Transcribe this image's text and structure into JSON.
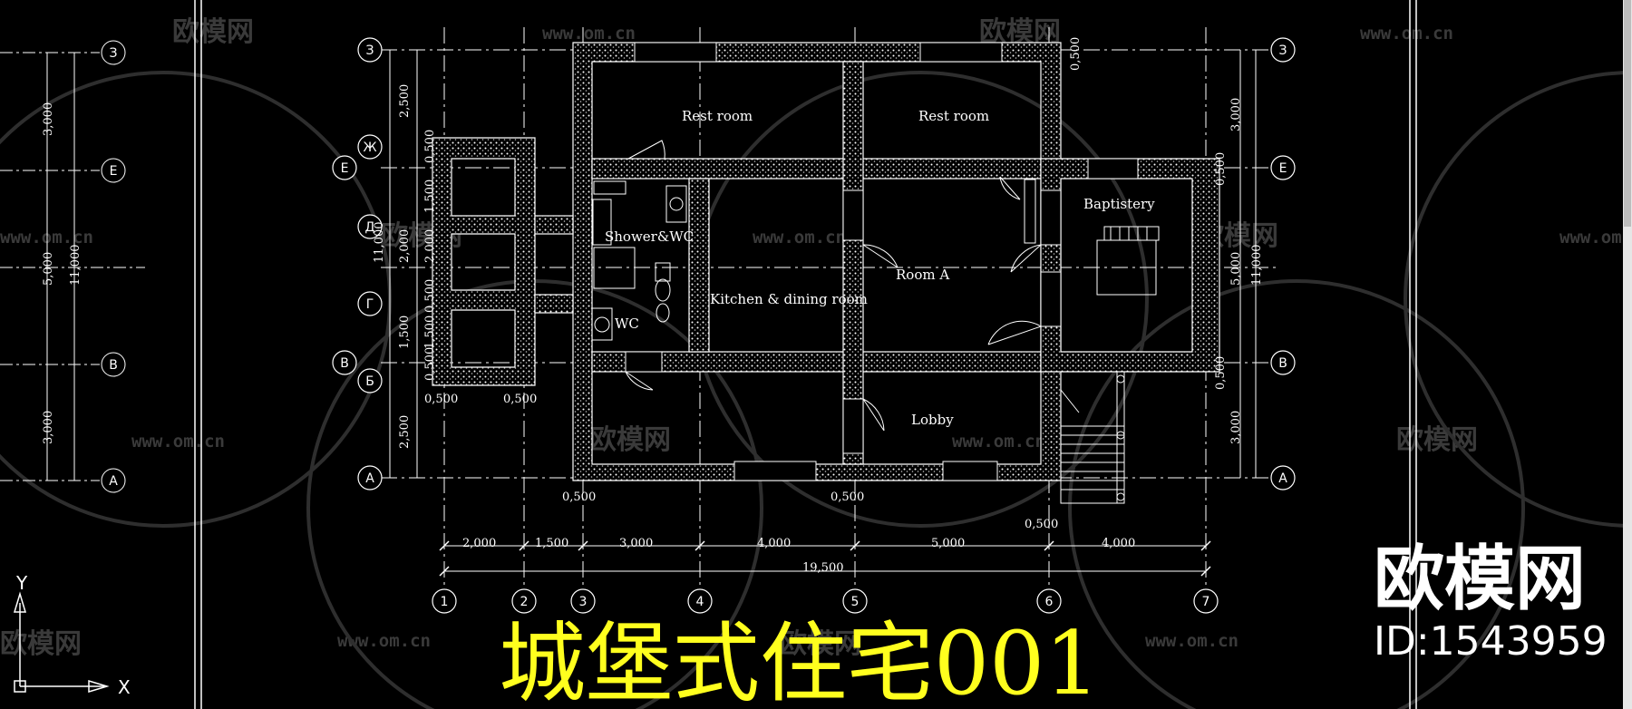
{
  "drawing": {
    "title": "城堡式住宅001",
    "brand": "欧模网",
    "id_label": "ID:1543959",
    "watermark_text": "欧模网",
    "watermark_url": "www.om.cn",
    "ucs": {
      "x": "X",
      "y": "Y"
    },
    "rooms": {
      "rest_room_1": "Rest room",
      "rest_room_2": "Rest room",
      "shower_wc": "Shower&WC",
      "kitchen": "Kitchen & dining room",
      "room_a": "Room A",
      "wc": "WC",
      "baptistery": "Baptistery",
      "lobby": "Lobby"
    },
    "grid_rows_left": [
      "З",
      "Ж",
      "Е",
      "Д",
      "Г",
      "В",
      "Б",
      "А"
    ],
    "grid_rows_right": [
      "З",
      "Е",
      "В",
      "А"
    ],
    "grid_rows_far_left": [
      "З",
      "Е",
      "В",
      "А"
    ],
    "grid_cols": [
      "1",
      "2",
      "3",
      "4",
      "5",
      "6",
      "7"
    ],
    "dims_bottom": [
      "2,000",
      "1,500",
      "3,000",
      "4,000",
      "5,000",
      "4,000"
    ],
    "dim_total": "19,500",
    "dims_small": [
      "0,500",
      "0,500",
      "0,500",
      "0,500",
      "0,500"
    ],
    "dims_left_outer": [
      "2,500",
      "2,000",
      "1,500",
      "2,500"
    ],
    "dims_left_inner": [
      "0,500",
      "1,500",
      "2,000",
      "0,500",
      "1,500",
      "0,500"
    ],
    "dims_left_total": "11,000",
    "dims_right": [
      "3,000",
      "5,000",
      "3,000"
    ],
    "dims_right_total": "11,000",
    "dims_right_small": [
      "0,500",
      "0,500",
      "0,500"
    ],
    "dims_far_left": [
      "3,000",
      "5,000",
      "3,000"
    ],
    "dims_far_left_total": "11,000",
    "colors": {
      "background": "#000000",
      "lines": "#ffffff",
      "title": "#ffff1e",
      "watermark": "#3a3a3a"
    }
  }
}
